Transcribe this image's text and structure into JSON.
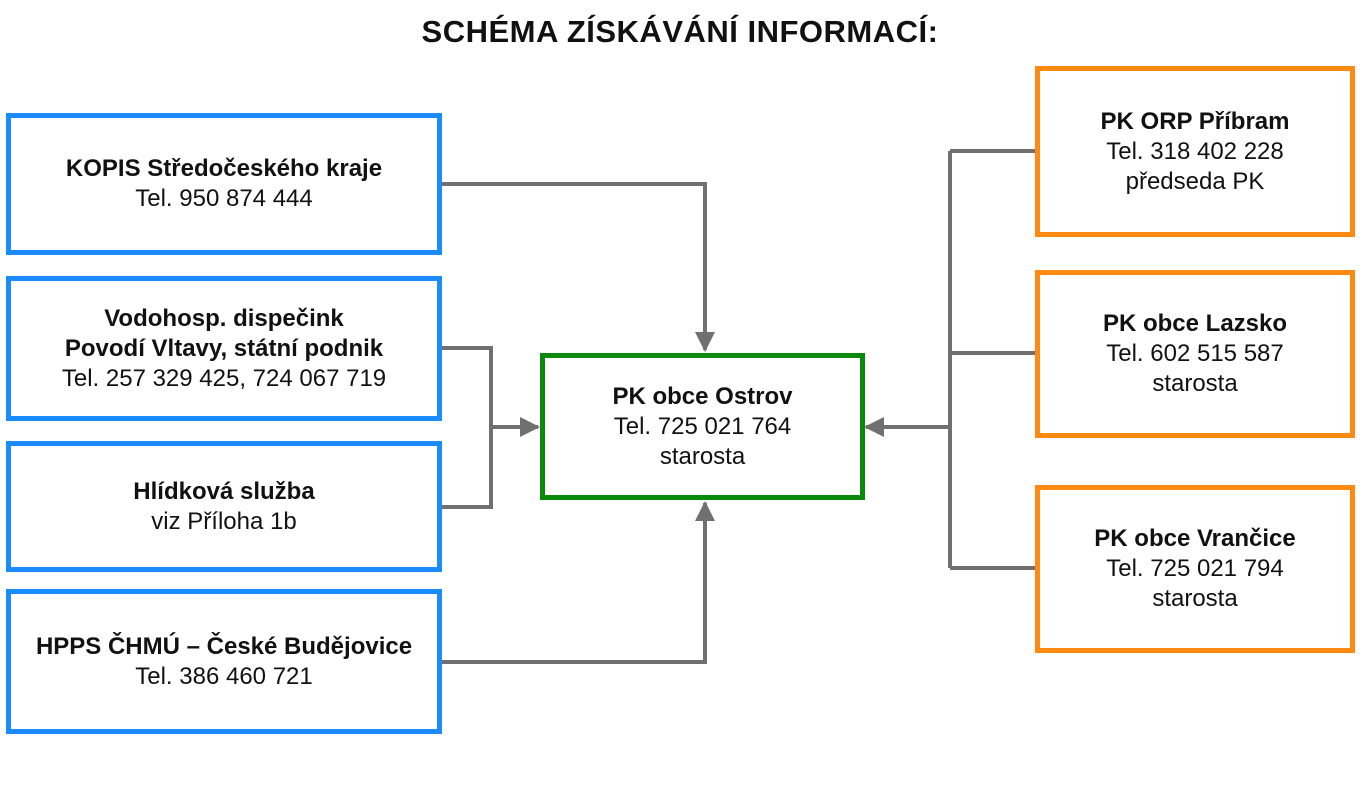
{
  "title": "SCHÉMA ZÍSKÁVÁNÍ INFORMACÍ:",
  "colors": {
    "source": "#1a8cff",
    "center": "#0a8a0a",
    "neighbor": "#ff8a12",
    "connector": "#707070"
  },
  "sources": [
    {
      "lines": [
        "KOPIS Středočeského kraje",
        "Tel. 950 874 444"
      ]
    },
    {
      "lines": [
        "Vodohosp. dispečink",
        "Povodí Vltavy, státní podnik",
        "Tel. 257 329 425, 724 067 719"
      ]
    },
    {
      "lines": [
        "Hlídková služba",
        "viz Příloha 1b"
      ]
    },
    {
      "lines": [
        "HPPS ČHMÚ – České Budějovice",
        "Tel. 386 460 721"
      ]
    }
  ],
  "center": {
    "lines": [
      "PK obce Ostrov",
      "Tel. 725 021 764",
      "starosta"
    ]
  },
  "neighbors": [
    {
      "lines": [
        "PK ORP Příbram",
        "Tel.  318 402 228",
        "předseda PK"
      ]
    },
    {
      "lines": [
        "PK obce Lazsko",
        "Tel. 602 515 587",
        "starosta"
      ]
    },
    {
      "lines": [
        "PK obce Vrančice",
        "Tel. 725 021 794",
        "starosta"
      ]
    }
  ]
}
